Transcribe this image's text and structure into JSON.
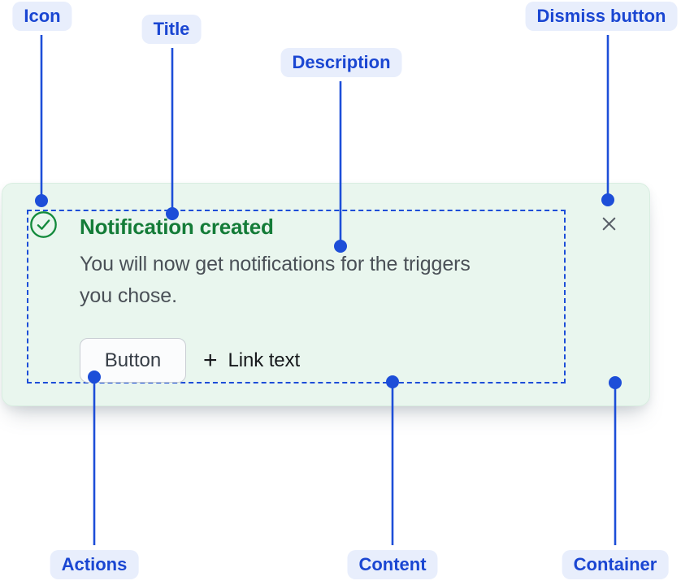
{
  "callouts": {
    "icon": "Icon",
    "title": "Title",
    "description": "Description",
    "dismiss_button": "Dismiss button",
    "actions": "Actions",
    "content": "Content",
    "container": "Container"
  },
  "toast": {
    "title": "Notification created",
    "description_lines": {
      "0": "You will now get notifications for the triggers",
      "1": "you chose."
    },
    "actions": {
      "button_label": "Button",
      "link_prefix_icon": "+",
      "link_label": "Link text"
    },
    "icons": {
      "status": "check-circle-icon",
      "dismiss": "close-icon",
      "link_prefix": "plus-icon"
    }
  },
  "colors": {
    "annotation_blue": "#1d4ed8",
    "annotation_text_blue": "#1a46d2",
    "annotation_pill_bg": "#e8eefc",
    "toast_background": "#e9f6ee",
    "toast_border": "#d9eee1",
    "title_green": "#147c38",
    "icon_green": "#138a3c",
    "description_gray": "#4a5057",
    "dismiss_gray": "#5a6069",
    "button_border": "#c9cdd3",
    "button_background": "#fbfcfd"
  }
}
